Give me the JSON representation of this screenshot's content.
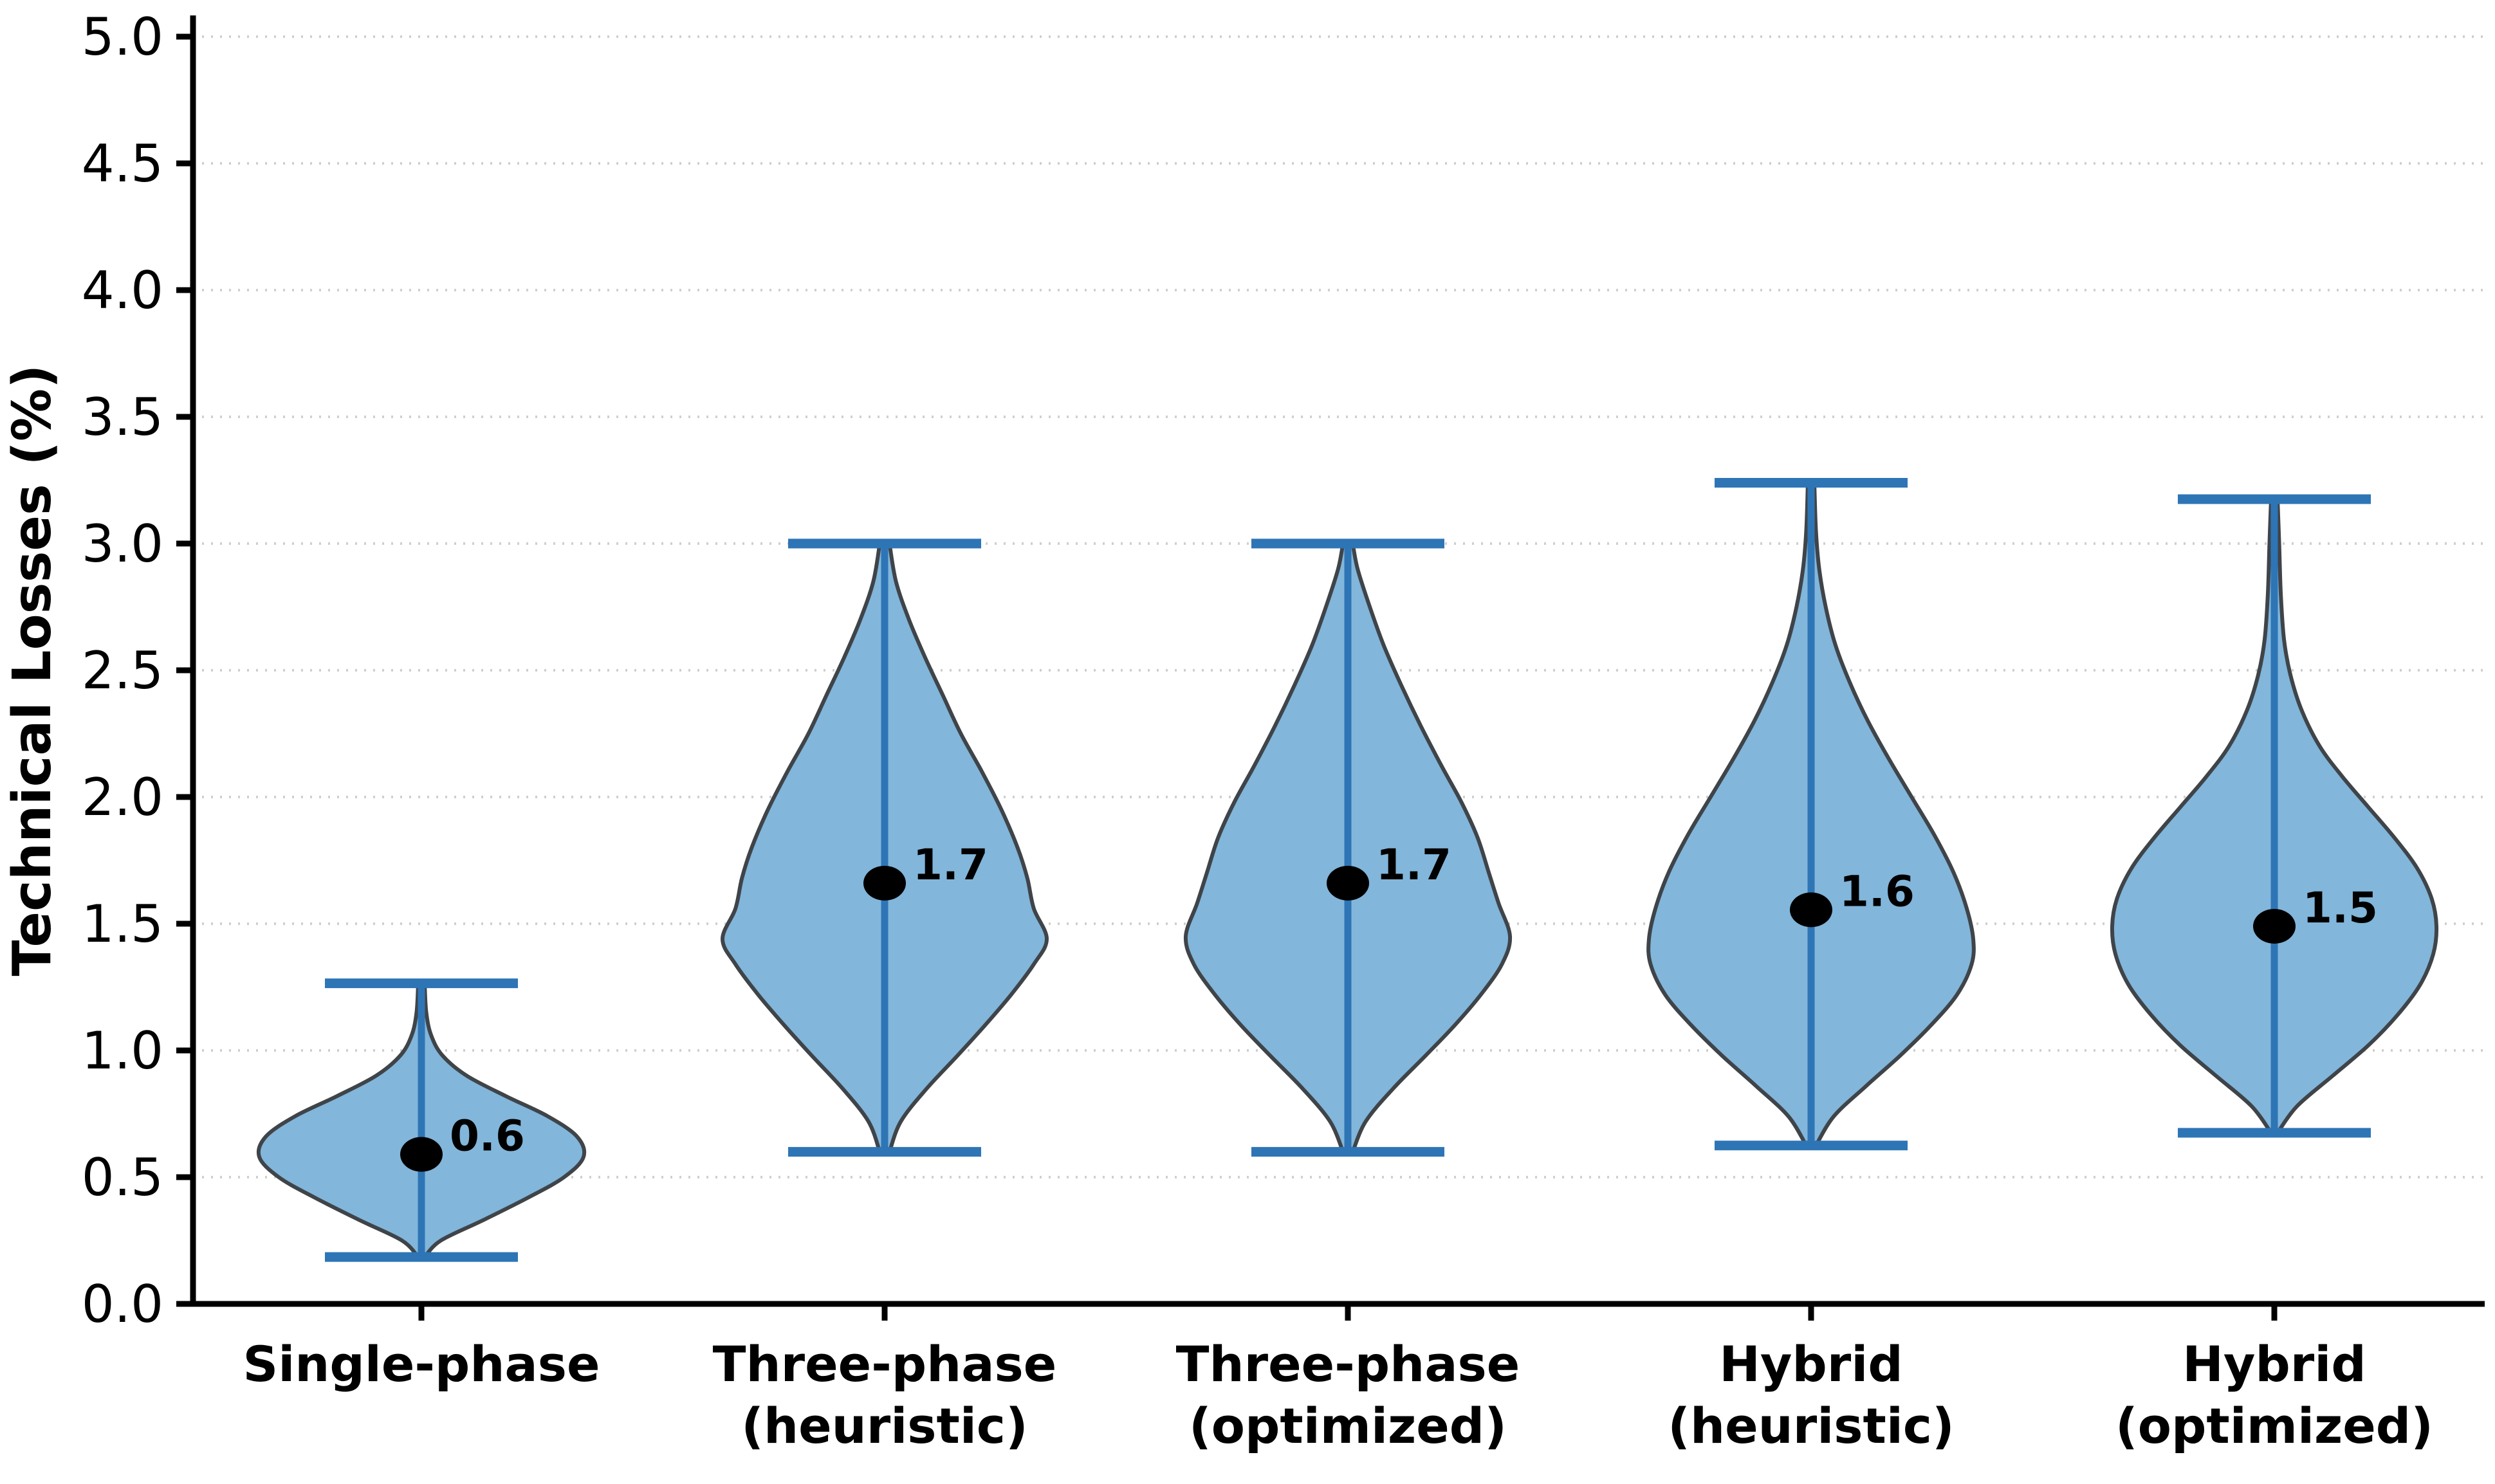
{
  "chart_data": {
    "type": "violin",
    "title": "",
    "xlabel": "",
    "ylabel": "Technical Losses (%)",
    "ylim": [
      0.0,
      5.0
    ],
    "ytick_labels": [
      "0.0",
      "0.5",
      "1.0",
      "1.5",
      "2.0",
      "2.5",
      "3.0",
      "3.5",
      "4.0",
      "4.5",
      "5.0"
    ],
    "ytick_values": [
      0.0,
      0.5,
      1.0,
      1.5,
      2.0,
      2.5,
      3.0,
      3.5,
      4.0,
      4.5,
      5.0
    ],
    "grid": true,
    "grid_axis": "y",
    "grid_style": "dotted",
    "legend": "none",
    "categories": [
      "Single-phase",
      "Three-phase\n(heuristic)",
      "Three-phase\n(optimized)",
      "Hybrid\n(heuristic)",
      "Hybrid\n(optimized)"
    ],
    "category_lines": [
      [
        "Single-phase"
      ],
      [
        "Three-phase",
        "(heuristic)"
      ],
      [
        "Three-phase",
        "(optimized)"
      ],
      [
        "Hybrid",
        "(heuristic)"
      ],
      [
        "Hybrid",
        "(optimized)"
      ]
    ],
    "median_labels": [
      "0.6",
      "1.7",
      "1.7",
      "1.6",
      "1.5"
    ],
    "series": [
      {
        "name": "Single-phase",
        "median": 0.59,
        "min": 0.185,
        "max": 1.265,
        "label": "0.6",
        "density_profile": [
          {
            "v": 0.185,
            "w": 0.02
          },
          {
            "v": 0.25,
            "w": 0.12
          },
          {
            "v": 0.33,
            "w": 0.38
          },
          {
            "v": 0.42,
            "w": 0.66
          },
          {
            "v": 0.5,
            "w": 0.88
          },
          {
            "v": 0.58,
            "w": 1.0
          },
          {
            "v": 0.66,
            "w": 0.96
          },
          {
            "v": 0.74,
            "w": 0.78
          },
          {
            "v": 0.82,
            "w": 0.52
          },
          {
            "v": 0.9,
            "w": 0.28
          },
          {
            "v": 0.98,
            "w": 0.13
          },
          {
            "v": 1.06,
            "w": 0.06
          },
          {
            "v": 1.15,
            "w": 0.03
          },
          {
            "v": 1.265,
            "w": 0.02
          }
        ]
      },
      {
        "name": "Three-phase (heuristic)",
        "median": 1.66,
        "min": 0.6,
        "max": 3.0,
        "label": "1.7",
        "density_profile": [
          {
            "v": 0.6,
            "w": 0.03
          },
          {
            "v": 0.72,
            "w": 0.1
          },
          {
            "v": 0.85,
            "w": 0.26
          },
          {
            "v": 0.98,
            "w": 0.45
          },
          {
            "v": 1.1,
            "w": 0.62
          },
          {
            "v": 1.22,
            "w": 0.78
          },
          {
            "v": 1.34,
            "w": 0.92
          },
          {
            "v": 1.44,
            "w": 1.0
          },
          {
            "v": 1.56,
            "w": 0.92
          },
          {
            "v": 1.68,
            "w": 0.88
          },
          {
            "v": 1.8,
            "w": 0.82
          },
          {
            "v": 1.95,
            "w": 0.72
          },
          {
            "v": 2.1,
            "w": 0.6
          },
          {
            "v": 2.25,
            "w": 0.47
          },
          {
            "v": 2.4,
            "w": 0.36
          },
          {
            "v": 2.55,
            "w": 0.25
          },
          {
            "v": 2.7,
            "w": 0.15
          },
          {
            "v": 2.85,
            "w": 0.07
          },
          {
            "v": 3.0,
            "w": 0.03
          }
        ]
      },
      {
        "name": "Three-phase (optimized)",
        "median": 1.66,
        "min": 0.6,
        "max": 3.0,
        "label": "1.7",
        "density_profile": [
          {
            "v": 0.6,
            "w": 0.03
          },
          {
            "v": 0.72,
            "w": 0.11
          },
          {
            "v": 0.85,
            "w": 0.28
          },
          {
            "v": 0.98,
            "w": 0.48
          },
          {
            "v": 1.1,
            "w": 0.66
          },
          {
            "v": 1.22,
            "w": 0.82
          },
          {
            "v": 1.34,
            "w": 0.95
          },
          {
            "v": 1.45,
            "w": 1.0
          },
          {
            "v": 1.58,
            "w": 0.93
          },
          {
            "v": 1.7,
            "w": 0.87
          },
          {
            "v": 1.84,
            "w": 0.8
          },
          {
            "v": 1.98,
            "w": 0.7
          },
          {
            "v": 2.12,
            "w": 0.58
          },
          {
            "v": 2.28,
            "w": 0.45
          },
          {
            "v": 2.44,
            "w": 0.33
          },
          {
            "v": 2.6,
            "w": 0.22
          },
          {
            "v": 2.76,
            "w": 0.13
          },
          {
            "v": 2.9,
            "w": 0.06
          },
          {
            "v": 3.0,
            "w": 0.03
          }
        ]
      },
      {
        "name": "Hybrid (heuristic)",
        "median": 1.555,
        "min": 0.625,
        "max": 3.24,
        "label": "1.6",
        "density_profile": [
          {
            "v": 0.625,
            "w": 0.03
          },
          {
            "v": 0.74,
            "w": 0.14
          },
          {
            "v": 0.86,
            "w": 0.34
          },
          {
            "v": 0.98,
            "w": 0.55
          },
          {
            "v": 1.1,
            "w": 0.74
          },
          {
            "v": 1.22,
            "w": 0.9
          },
          {
            "v": 1.34,
            "w": 0.99
          },
          {
            "v": 1.44,
            "w": 1.0
          },
          {
            "v": 1.56,
            "w": 0.96
          },
          {
            "v": 1.7,
            "w": 0.88
          },
          {
            "v": 1.85,
            "w": 0.76
          },
          {
            "v": 2.0,
            "w": 0.62
          },
          {
            "v": 2.15,
            "w": 0.48
          },
          {
            "v": 2.3,
            "w": 0.35
          },
          {
            "v": 2.45,
            "w": 0.24
          },
          {
            "v": 2.6,
            "w": 0.15
          },
          {
            "v": 2.75,
            "w": 0.09
          },
          {
            "v": 2.9,
            "w": 0.05
          },
          {
            "v": 3.05,
            "w": 0.03
          },
          {
            "v": 3.24,
            "w": 0.02
          }
        ]
      },
      {
        "name": "Hybrid (optimized)",
        "median": 1.49,
        "min": 0.675,
        "max": 3.175,
        "label": "1.5",
        "density_profile": [
          {
            "v": 0.675,
            "w": 0.02
          },
          {
            "v": 0.78,
            "w": 0.14
          },
          {
            "v": 0.9,
            "w": 0.36
          },
          {
            "v": 1.02,
            "w": 0.58
          },
          {
            "v": 1.14,
            "w": 0.76
          },
          {
            "v": 1.26,
            "w": 0.9
          },
          {
            "v": 1.38,
            "w": 0.98
          },
          {
            "v": 1.49,
            "w": 1.0
          },
          {
            "v": 1.6,
            "w": 0.97
          },
          {
            "v": 1.72,
            "w": 0.88
          },
          {
            "v": 1.84,
            "w": 0.74
          },
          {
            "v": 1.96,
            "w": 0.58
          },
          {
            "v": 2.08,
            "w": 0.42
          },
          {
            "v": 2.2,
            "w": 0.28
          },
          {
            "v": 2.34,
            "w": 0.17
          },
          {
            "v": 2.48,
            "w": 0.1
          },
          {
            "v": 2.62,
            "w": 0.06
          },
          {
            "v": 2.8,
            "w": 0.04
          },
          {
            "v": 3.0,
            "w": 0.03
          },
          {
            "v": 3.175,
            "w": 0.02
          }
        ]
      }
    ],
    "colors": {
      "violin_fill": "#82B6DB",
      "violin_edge": "#3F4449",
      "whisker": "#2E75B6",
      "median_dot": "#000000",
      "grid": "#CFCFCF",
      "axis": "#000000",
      "text": "#000000"
    }
  }
}
